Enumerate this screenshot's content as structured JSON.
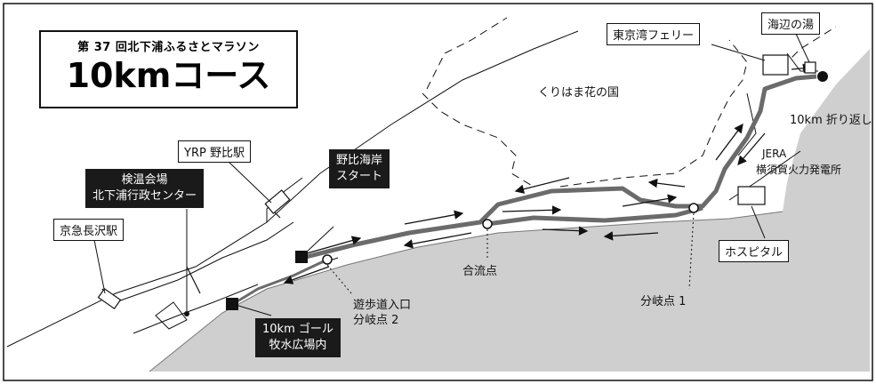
{
  "title": {
    "subtitle": "第 37 回北下浦ふるさとマラソン",
    "main": "10kmコース"
  },
  "landmarks": {
    "ferry": "東京湾フェリー",
    "umibe_no_yu": "海辺の湯",
    "kurihama_flower_park": "くりはま花の国",
    "turnaround": "10km 折り返し",
    "jera_line1": "JERA",
    "jera_line2": "横須賀火力発電所",
    "hospital": "ホスピタル",
    "branch_point_1": "分岐点 1",
    "merge_point": "合流点",
    "promenade_line1": "遊歩道入口",
    "promenade_line2": "分岐点 2",
    "yrp_station": "YRP 野比駅",
    "venue_line1": "検温会場",
    "venue_line2": "北下浦行政センター",
    "keikyu_station": "京急長沢駅",
    "start_line1": "野比海岸",
    "start_line2": "スタート",
    "goal_line1": "10km ゴール",
    "goal_line2": "牧水広場内"
  },
  "colors": {
    "route": "#6b6b6b",
    "sea": "#cfcfcf",
    "ink": "#111111",
    "dark_label": "#1a1a1a"
  },
  "icons": [
    "start-marker-icon",
    "goal-marker-icon",
    "turnaround-marker-icon",
    "junction-marker-icon",
    "direction-arrow-icon"
  ]
}
